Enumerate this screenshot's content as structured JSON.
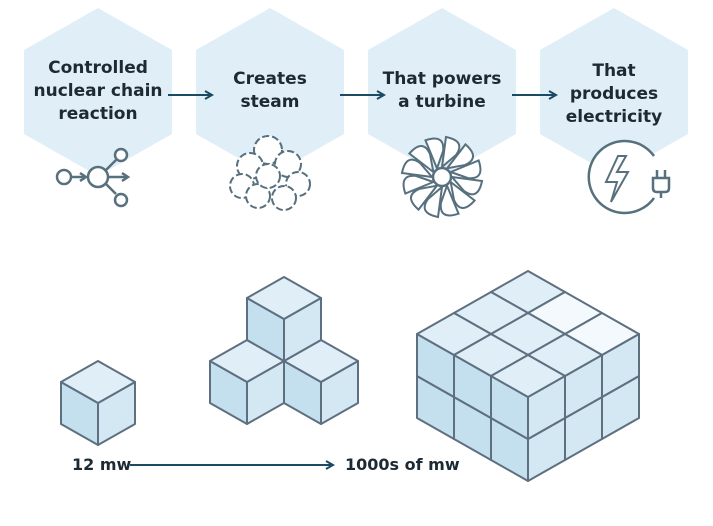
{
  "colors": {
    "hexagon_fill": "#e0eef7",
    "icon_stroke": "#57707e",
    "arrow_stroke": "#1d4a63",
    "cube_top": "#dfeef7",
    "cube_left": "#c4dfee",
    "cube_right": "#d4e8f4",
    "cube_highlight": "#f3f9fc",
    "cube_edge": "#5e6f80",
    "text": "#1d2a33"
  },
  "steps": [
    {
      "lines": [
        "Controlled",
        "nuclear chain",
        "reaction"
      ],
      "icon": "chain-reaction-icon"
    },
    {
      "lines": [
        "Creates",
        "steam"
      ],
      "icon": "steam-cloud-icon"
    },
    {
      "lines": [
        "That powers",
        "a turbine"
      ],
      "icon": "turbine-icon"
    },
    {
      "lines": [
        "That",
        "produces",
        "electricity"
      ],
      "icon": "electricity-icon"
    }
  ],
  "scale": {
    "start_label": "12 mw",
    "end_label": "1000s of mw"
  }
}
